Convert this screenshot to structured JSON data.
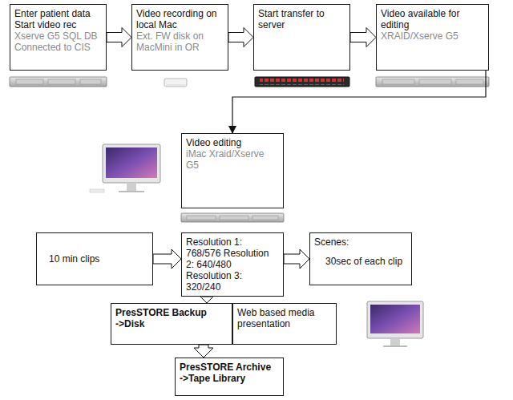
{
  "diagram": {
    "nodes": [
      {
        "text": [
          "Enter patient data Start video rec",
          "Xserve G5 SQL DB Connected to CIS"
        ]
      },
      {
        "text": [
          "Video recording on local Mac",
          "Ext. FW disk on MacMini in OR"
        ]
      },
      {
        "text": [
          "Start transfer to server"
        ]
      },
      {
        "text": [
          "Video available for editing",
          "XRAID/Xserve G5"
        ]
      },
      {
        "text": [
          "Video editing",
          "iMac Xraid/Xserve G5"
        ]
      },
      {
        "text": [
          "10 min clips"
        ]
      },
      {
        "text": [
          "Resolution 1: 768/576 Resolution 2: 640/480 Resolution 3: 320/240"
        ]
      },
      {
        "text": [
          "Scenes:",
          "30sec of each clip"
        ]
      },
      {
        "text": [
          "PresSTORE Backup",
          "->Disk"
        ]
      },
      {
        "text": [
          "Web based media presentation"
        ]
      },
      {
        "text": [
          "PresSTORE Archive",
          "->Tape Library"
        ]
      }
    ],
    "edges": [
      {
        "from": 0,
        "to": 1,
        "arrow": "to"
      },
      {
        "from": 1,
        "to": 2,
        "arrow": "to"
      },
      {
        "from": 2,
        "to": 3,
        "arrow": "to"
      },
      {
        "from": 3,
        "to": 4,
        "arrow": "to"
      },
      {
        "from": 5,
        "to": 6,
        "arrow": "to"
      },
      {
        "from": 6,
        "to": 7,
        "arrow": "to"
      },
      {
        "from": 6,
        "to": 8,
        "arrow": "to"
      },
      {
        "from": 8,
        "to": 10,
        "arrow": "to"
      }
    ]
  }
}
